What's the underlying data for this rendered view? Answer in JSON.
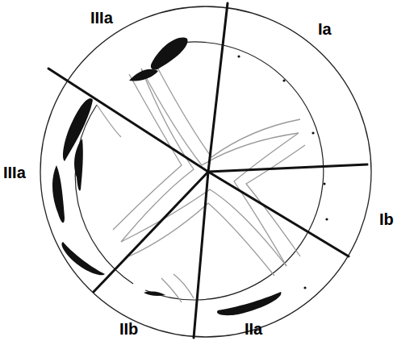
{
  "diagram": {
    "labels": [
      "IIIa",
      "Ia",
      "Ib",
      "IIa",
      "IIb",
      "IIIa"
    ]
  }
}
